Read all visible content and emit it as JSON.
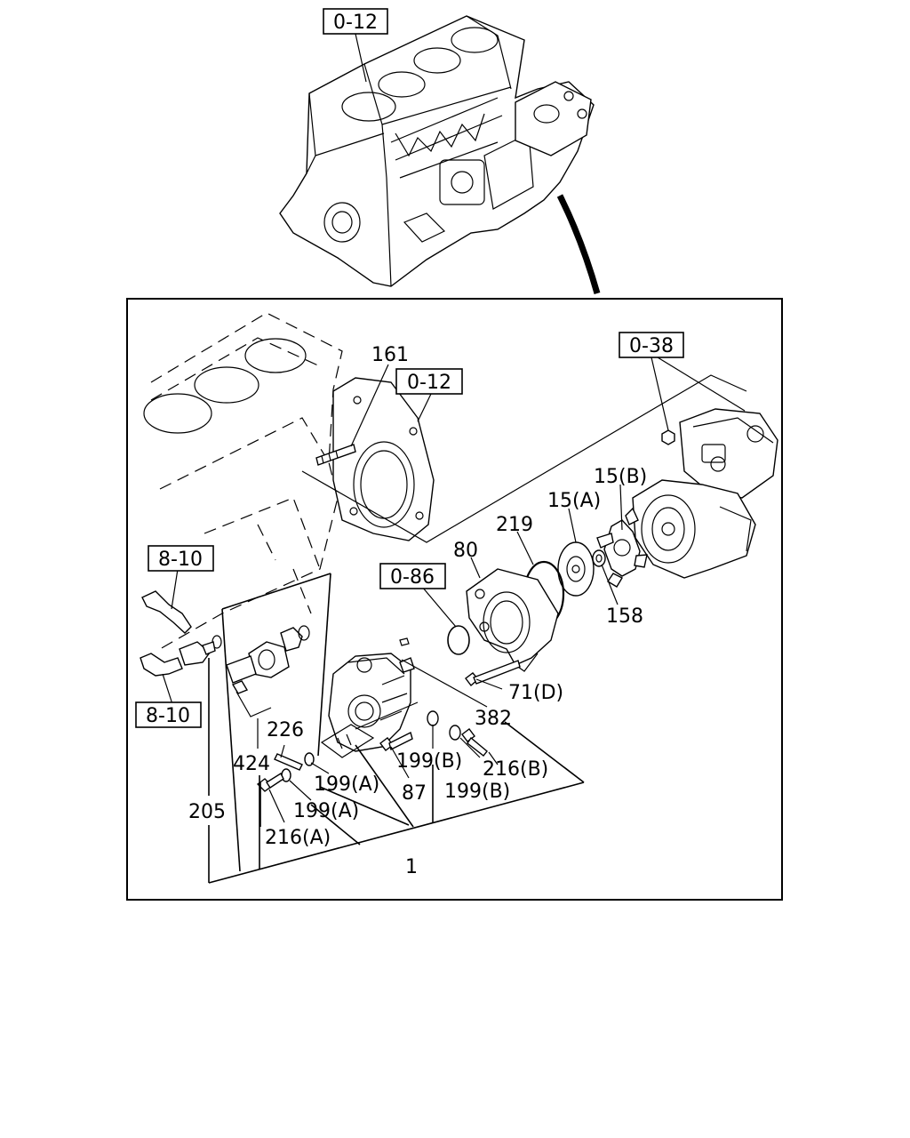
{
  "references": {
    "top_block": "0-12",
    "flywheel_housing": "0-12",
    "compressor": "0-38",
    "oil_pipe_upper": "8-10",
    "oil_pipe_lower": "8-10",
    "oring_group": "0-86"
  },
  "callouts": {
    "p161": "161",
    "p219": "219",
    "p80": "80",
    "p15a": "15(A)",
    "p15b": "15(B)",
    "p158": "158",
    "p71d": "71(D)",
    "p382": "382",
    "p226": "226",
    "p424": "424",
    "p205": "205",
    "p199a_1": "199(A)",
    "p199a_2": "199(A)",
    "p199b_1": "199(B)",
    "p199b_2": "199(B)",
    "p216a": "216(A)",
    "p216b": "216(B)",
    "p87": "87",
    "p1": "1"
  }
}
